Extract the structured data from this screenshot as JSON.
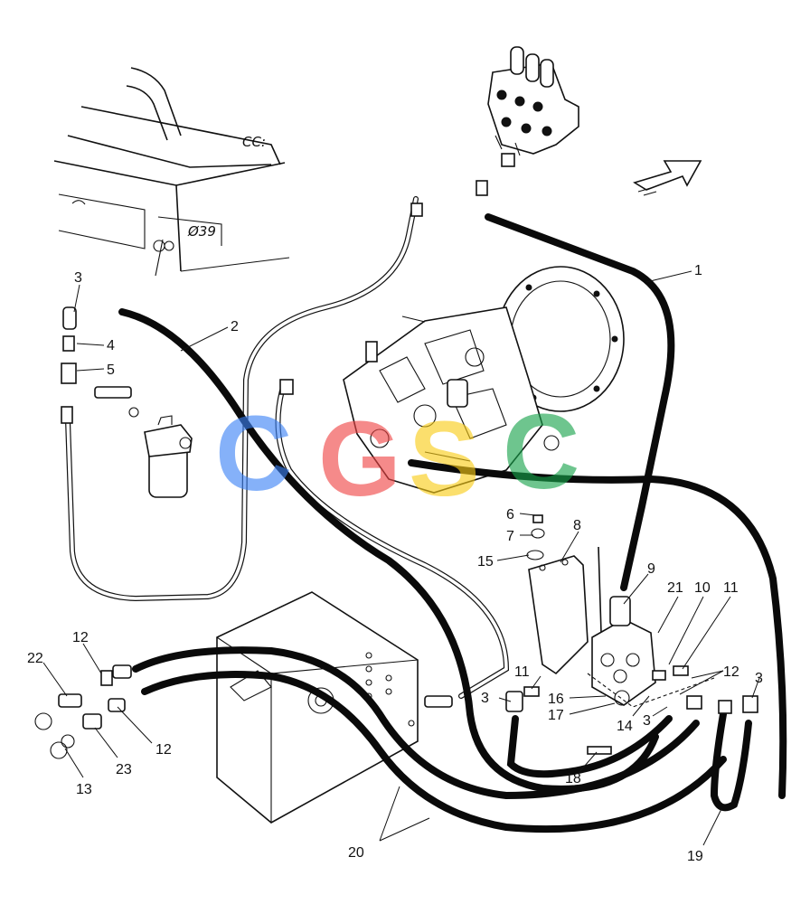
{
  "watermark": {
    "letters": [
      {
        "char": "C",
        "color": "#3b82f6"
      },
      {
        "char": "G",
        "color": "#ef4444"
      },
      {
        "char": "S",
        "color": "#facc15"
      },
      {
        "char": "C",
        "color": "#16a34a"
      }
    ]
  },
  "cab_note": "Ø39",
  "cab_scribble": "ⅭⅭ:",
  "callouts": [
    "1",
    "2",
    "3",
    "4",
    "5",
    "6",
    "7",
    "8",
    "9",
    "10",
    "11",
    "12",
    "13",
    "14",
    "15",
    "16",
    "17",
    "18",
    "19",
    "20",
    "21",
    "22",
    "23"
  ],
  "callout_labels": {
    "c1": "1",
    "c2": "2",
    "c3a": "3",
    "c4": "4",
    "c5": "5",
    "c6": "6",
    "c7": "7",
    "c8": "8",
    "c9": "9",
    "c10": "10",
    "c11a": "11",
    "c11b": "11",
    "c12a": "12",
    "c12b": "12",
    "c12c": "12",
    "c3b": "3",
    "c3c": "3",
    "c3d": "3",
    "c13": "13",
    "c14": "14",
    "c15": "15",
    "c16": "16",
    "c17": "17",
    "c18": "18",
    "c19": "19",
    "c20": "20",
    "c21": "21",
    "c22": "22",
    "c23": "23"
  },
  "colors": {
    "ink": "#111111",
    "paper": "#ffffff"
  }
}
